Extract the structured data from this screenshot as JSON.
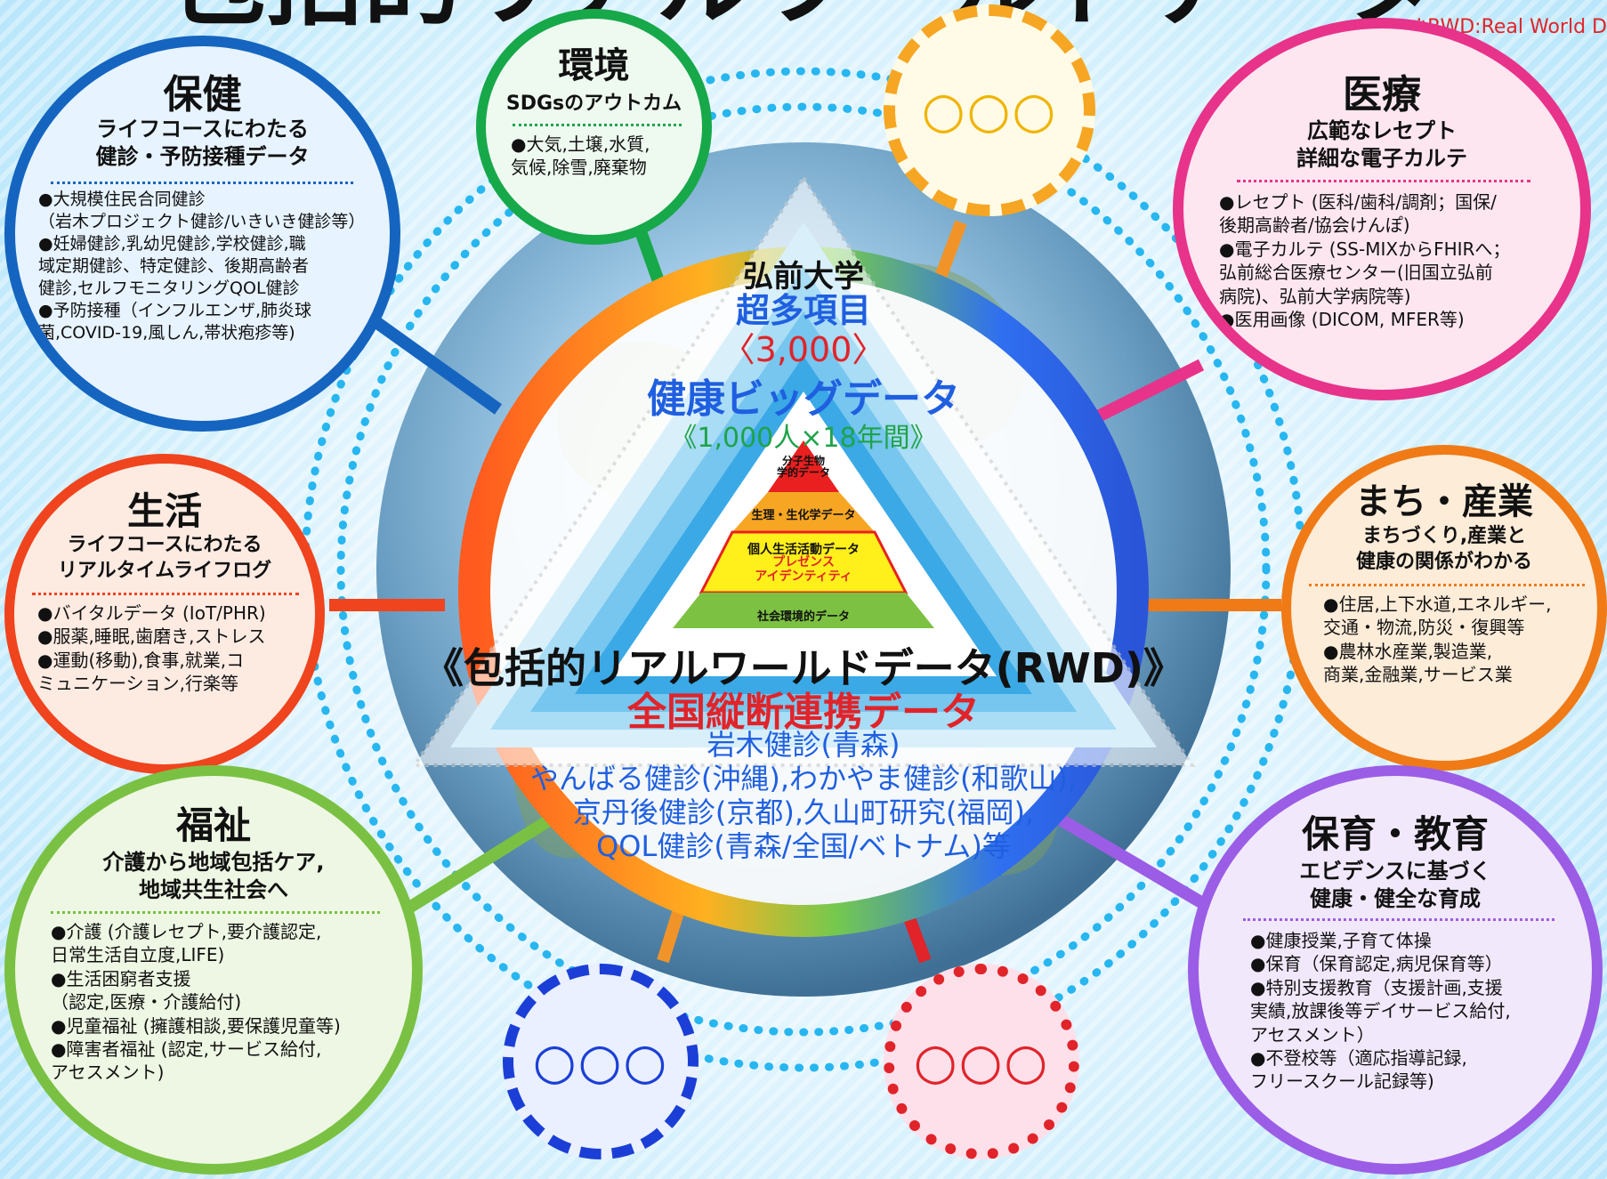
{
  "headline": "包括的リアルワールドデータ",
  "footnote": "※RWD:Real World D",
  "center": {
    "univ": "弘前大学",
    "items": "超多項目",
    "items_count": "〈3,000〉",
    "bigdata": "健康ビッグデータ",
    "people": "《1,000人×18年間》",
    "pyramid": {
      "layer1": "分子生物\n学的データ",
      "layer2": "生理・生化学データ",
      "layer3": "個人生活活動データ",
      "layer3b": "プレゼンス\nアイデンティティ",
      "layer4": "社会環境的データ"
    },
    "rwd": "《包括的リアルワールドデータ(RWD)》",
    "national": "全国縦断連携データ",
    "projects": [
      "岩木健診(青森)",
      "やんばる健診(沖縄),わかやま健診(和歌山),",
      "京丹後健診(京都),久山町研究(福岡),",
      "QOL健診(青森/全国/ベトナム)等"
    ]
  },
  "categories": {
    "health": {
      "title": "保健",
      "sub": "ライフコースにわたる\n健診・予防接種データ",
      "items": [
        "●大規模住民合同健診\n （岩木プロジェクト健診/いきいき健診等）",
        "●妊婦健診,乳幼児健診,学校健診,職\n 域定期健診、特定健診、後期高齢者\n 健診,セルフモニタリングQOL健診",
        "●予防接種（インフルエンザ,肺炎球\n 菌,COVID-19,風しん,帯状疱疹等)"
      ],
      "color": "#1565c0"
    },
    "env": {
      "title": "環境",
      "sub": "SDGsのアウトカム",
      "items": [
        "●大気,土壌,水質,\n 気候,除雪,廃棄物"
      ],
      "color": "#17a84a"
    },
    "medical": {
      "title": "医療",
      "sub": "広範なレセプト\n詳細な電子カルテ",
      "items": [
        "●レセプト (医科/歯科/調剤；国保/\n 後期高齢者/協会けんぽ)",
        "●電子カルテ (SS-MIXからFHIRへ；\n 弘前総合医療センター(旧国立弘前\n 病院)、弘前大学病院等)",
        "●医用画像 (DICOM, MFER等)"
      ],
      "color": "#e8338a"
    },
    "life": {
      "title": "生活",
      "sub": "ライフコースにわたる\nリアルタイムライフログ",
      "items": [
        "●バイタルデータ (IoT/PHR)",
        "●服薬,睡眠,歯磨き,ストレス",
        "●運動(移動),食事,就業,コ\n ミュニケーション,行楽等"
      ],
      "color": "#f0441e"
    },
    "town": {
      "title": "まち・産業",
      "sub": "まちづくり,産業と\n健康の関係がわかる",
      "items": [
        "●住居,上下水道,エネルギー,\n 交通・物流,防災・復興等",
        "●農林水産業,製造業,\n 商業,金融業,サービス業"
      ],
      "color": "#f07a16"
    },
    "welfare": {
      "title": "福祉",
      "sub": "介護から地域包括ケア,\n地域共生社会へ",
      "items": [
        "●介護 (介護レセプト,要介護認定,\n 日常生活自立度,LIFE)",
        "●生活困窮者支援\n （認定,医療・介護給付)",
        "●児童福祉 (擁護相談,要保護児童等)",
        "●障害者福祉 (認定,サービス給付,\nアセスメント)"
      ],
      "color": "#7ac143"
    },
    "education": {
      "title": "保育・教育",
      "sub": "エビデンスに基づく\n健康・健全な育成",
      "items": [
        "●健康授業,子育て体操",
        "●保育（保育認定,病児保育等）",
        "●特別支援教育（支援計画,支援\n 実績,放課後等デイサービス給付,\n アセスメント）",
        "●不登校等（適応指導記録,\n フリースクール記録等)"
      ],
      "color": "#9b5de5"
    }
  },
  "placeholders": {
    "top": "○○○",
    "bottom_left": "○○○",
    "bottom_right": "○○○"
  }
}
